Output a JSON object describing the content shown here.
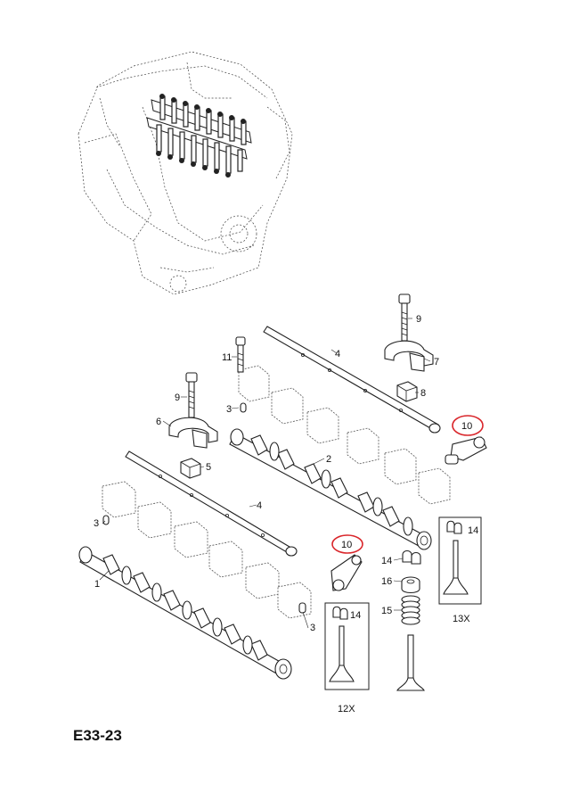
{
  "diagram": {
    "code": "E33-23",
    "highlight_color": "#d9262b",
    "callouts": [
      {
        "id": "c1",
        "text": "1"
      },
      {
        "id": "c2",
        "text": "2"
      },
      {
        "id": "c3a",
        "text": "3"
      },
      {
        "id": "c3b",
        "text": "3"
      },
      {
        "id": "c3c",
        "text": "3"
      },
      {
        "id": "c4a",
        "text": "4"
      },
      {
        "id": "c4b",
        "text": "4"
      },
      {
        "id": "c5",
        "text": "5"
      },
      {
        "id": "c6",
        "text": "6"
      },
      {
        "id": "c7",
        "text": "7"
      },
      {
        "id": "c8",
        "text": "8"
      },
      {
        "id": "c9a",
        "text": "9"
      },
      {
        "id": "c9b",
        "text": "9"
      },
      {
        "id": "c10a",
        "text": "10"
      },
      {
        "id": "c10b",
        "text": "10"
      },
      {
        "id": "c11",
        "text": "11"
      },
      {
        "id": "c14a",
        "text": "14"
      },
      {
        "id": "c14b",
        "text": "14"
      },
      {
        "id": "c14c",
        "text": "14"
      },
      {
        "id": "c15",
        "text": "15"
      },
      {
        "id": "c16",
        "text": "16"
      }
    ],
    "quantities": {
      "q12": "12X",
      "q13": "13X"
    }
  }
}
